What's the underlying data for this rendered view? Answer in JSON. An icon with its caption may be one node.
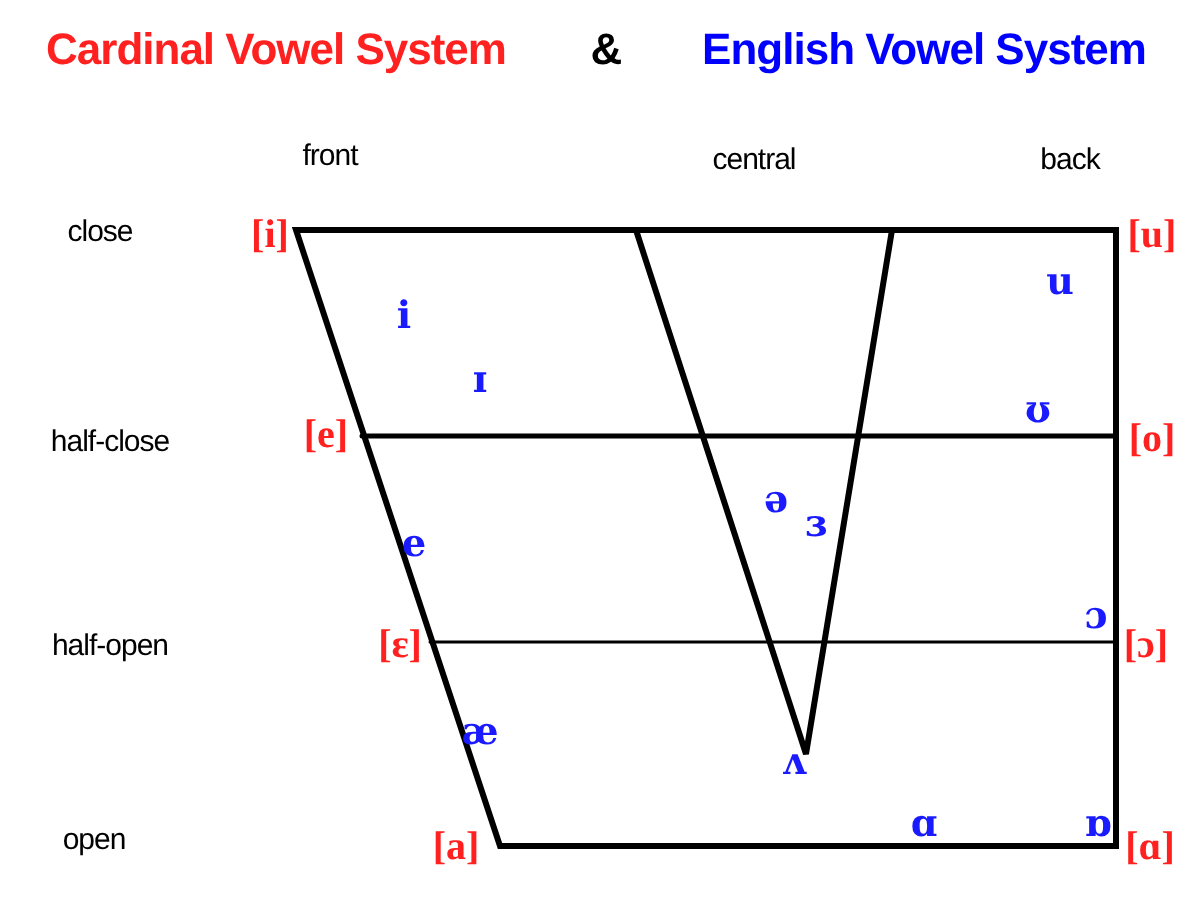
{
  "diagram": {
    "labels": [
      "Cardinal Vowel System",
      "&",
      "English Vowel System",
      "front",
      "central",
      "back",
      "close",
      "[i]",
      "[u]",
      "u",
      "i",
      "ɪ",
      "half-close",
      "[e]",
      "ʊ",
      "[o]",
      "ə",
      "ɜ",
      "e",
      "half-open",
      "[ɛ]",
      "ɔ",
      "[ɔ]",
      "æ",
      "ʌ",
      "open",
      "[a]",
      "ɑ",
      "ɒ",
      "[ɑ]"
    ]
  }
}
